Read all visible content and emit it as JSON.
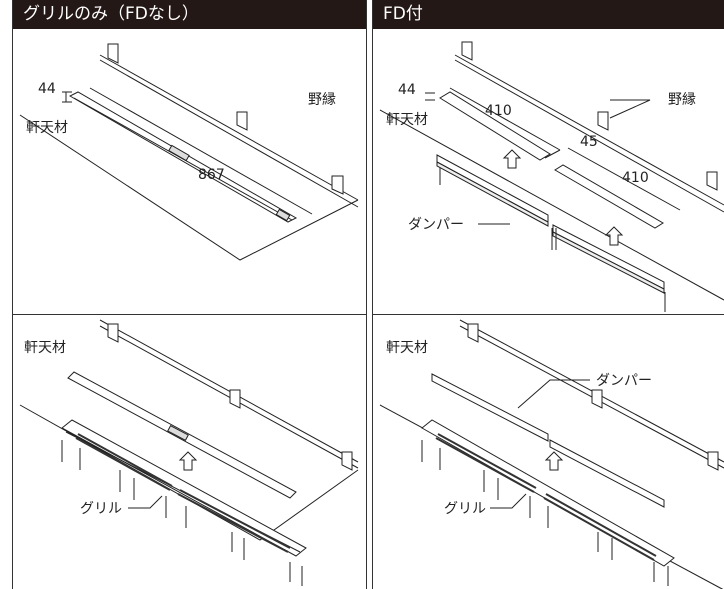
{
  "panels": {
    "left_title": "グリルのみ（FDなし）",
    "right_title": "FD付"
  },
  "labels": {
    "dim_44": "44",
    "dim_867": "867",
    "dim_410": "410",
    "dim_45": "45",
    "nobuchi": "野縁",
    "nokiten": "軒天材",
    "damper": "ダンパー",
    "grill": "グリル"
  },
  "colors": {
    "header_bg": "#231815",
    "line": "#222222"
  }
}
